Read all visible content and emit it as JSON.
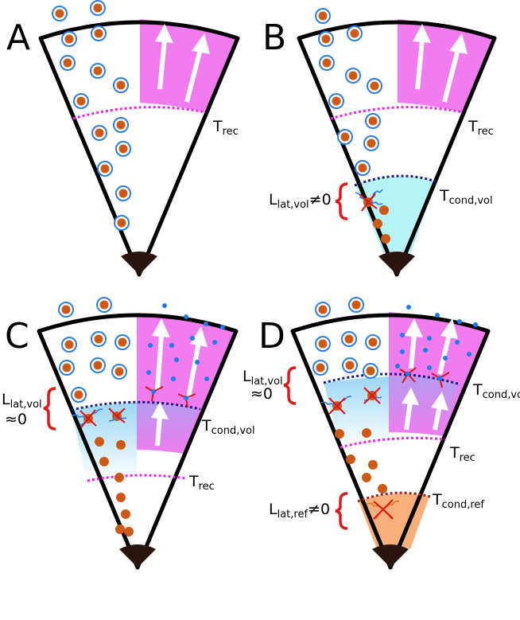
{
  "colors": {
    "outline": "#000000",
    "core": "#2a1410",
    "pink": "#f07cf0",
    "violet": "#c29af0",
    "cyan": "#b6f3f6",
    "orange": "#f7b07c",
    "grain": "#cc5a16",
    "mantle": "#2f7fe0",
    "drop": "#1d7de6",
    "arrow_red": "#dd1111",
    "brace_red": "#e01a1a",
    "wavy_blue": "#2f7fe0",
    "wavy_orange": "#e07a20",
    "line_pink": "#ee22ee",
    "line_navy": "#1a1a80",
    "line_darkred": "#992020"
  },
  "panels": {
    "A": {
      "letter": "A",
      "t_rec": {
        "main": "T",
        "sub": "rec"
      }
    },
    "B": {
      "letter": "B",
      "t_rec": {
        "main": "T",
        "sub": "rec"
      },
      "t_cond": {
        "main": "T",
        "sub": "cond,vol"
      },
      "l_lat": {
        "main": "L",
        "sub": "lat,vol",
        "rel": "≠0"
      }
    },
    "C": {
      "letter": "C",
      "t_rec": {
        "main": "T",
        "sub": "rec"
      },
      "t_cond": {
        "main": "T",
        "sub": "cond,vol"
      },
      "l_lat": {
        "main": "L",
        "sub": "lat,vol",
        "rel": "≈0"
      }
    },
    "D": {
      "letter": "D",
      "t_rec": {
        "main": "T",
        "sub": "rec"
      },
      "t_cond_vol": {
        "main": "T",
        "sub": "cond,vol"
      },
      "t_cond_ref": {
        "main": "T",
        "sub": "cond,ref"
      },
      "l_lat_vol": {
        "main": "L",
        "sub": "lat,vol",
        "rel": "≈0"
      },
      "l_lat_ref": {
        "main": "L",
        "sub": "lat,ref",
        "rel": "≠0"
      }
    }
  }
}
